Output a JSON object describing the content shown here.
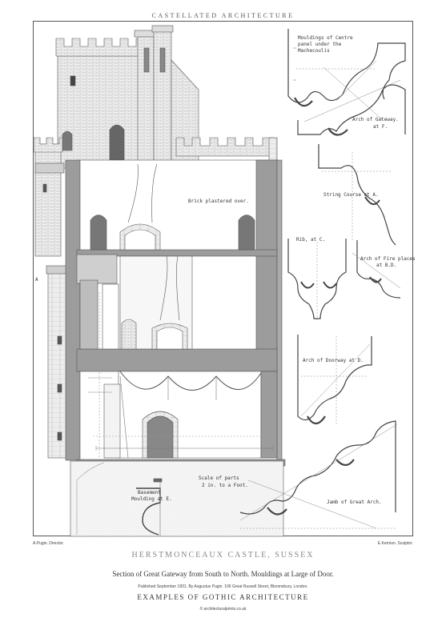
{
  "header": {
    "title": "CASTELLATED ARCHITECTURE"
  },
  "labels": {
    "mouldings_centre": "Mouldings of Centre",
    "panel_under": "panel under the",
    "machecoulis": "Machecoulis",
    "arch_gateway": "Arch of Gateway.",
    "arch_gateway_ref": "at F.",
    "brick_plastered": "Brick plastered over.",
    "string_course": "String Course at A.",
    "rib": "Rib, at C.",
    "arch_fire": "Arch of Fire places",
    "arch_fire_ref": "at B.D.",
    "arch_doorway": "Arch of Doorway at D.",
    "scale_parts": "Scale of parts",
    "scale_value": "2 in. to a Foot.",
    "basement": "Basement",
    "moulding_e": "Moulding at E.",
    "jamb_great_arch": "Jamb of Great Arch.",
    "marker_a": "A"
  },
  "footer": {
    "director": "A.Pugin. Director.",
    "sculptor": "E.Kernion. Sculptor.",
    "castle": "HERSTMONCEAUX CASTLE, SUSSEX",
    "section": "Section of Great Gateway from South to North. Mouldings at Large of Door.",
    "published": "Published September 1831. By Augustus Pugin. 106 Great Russell Street, Bloomsbury, London.",
    "series": "EXAMPLES OF GOTHIC ARCHITECTURE",
    "website": "© architecturalprints.co.uk"
  }
}
